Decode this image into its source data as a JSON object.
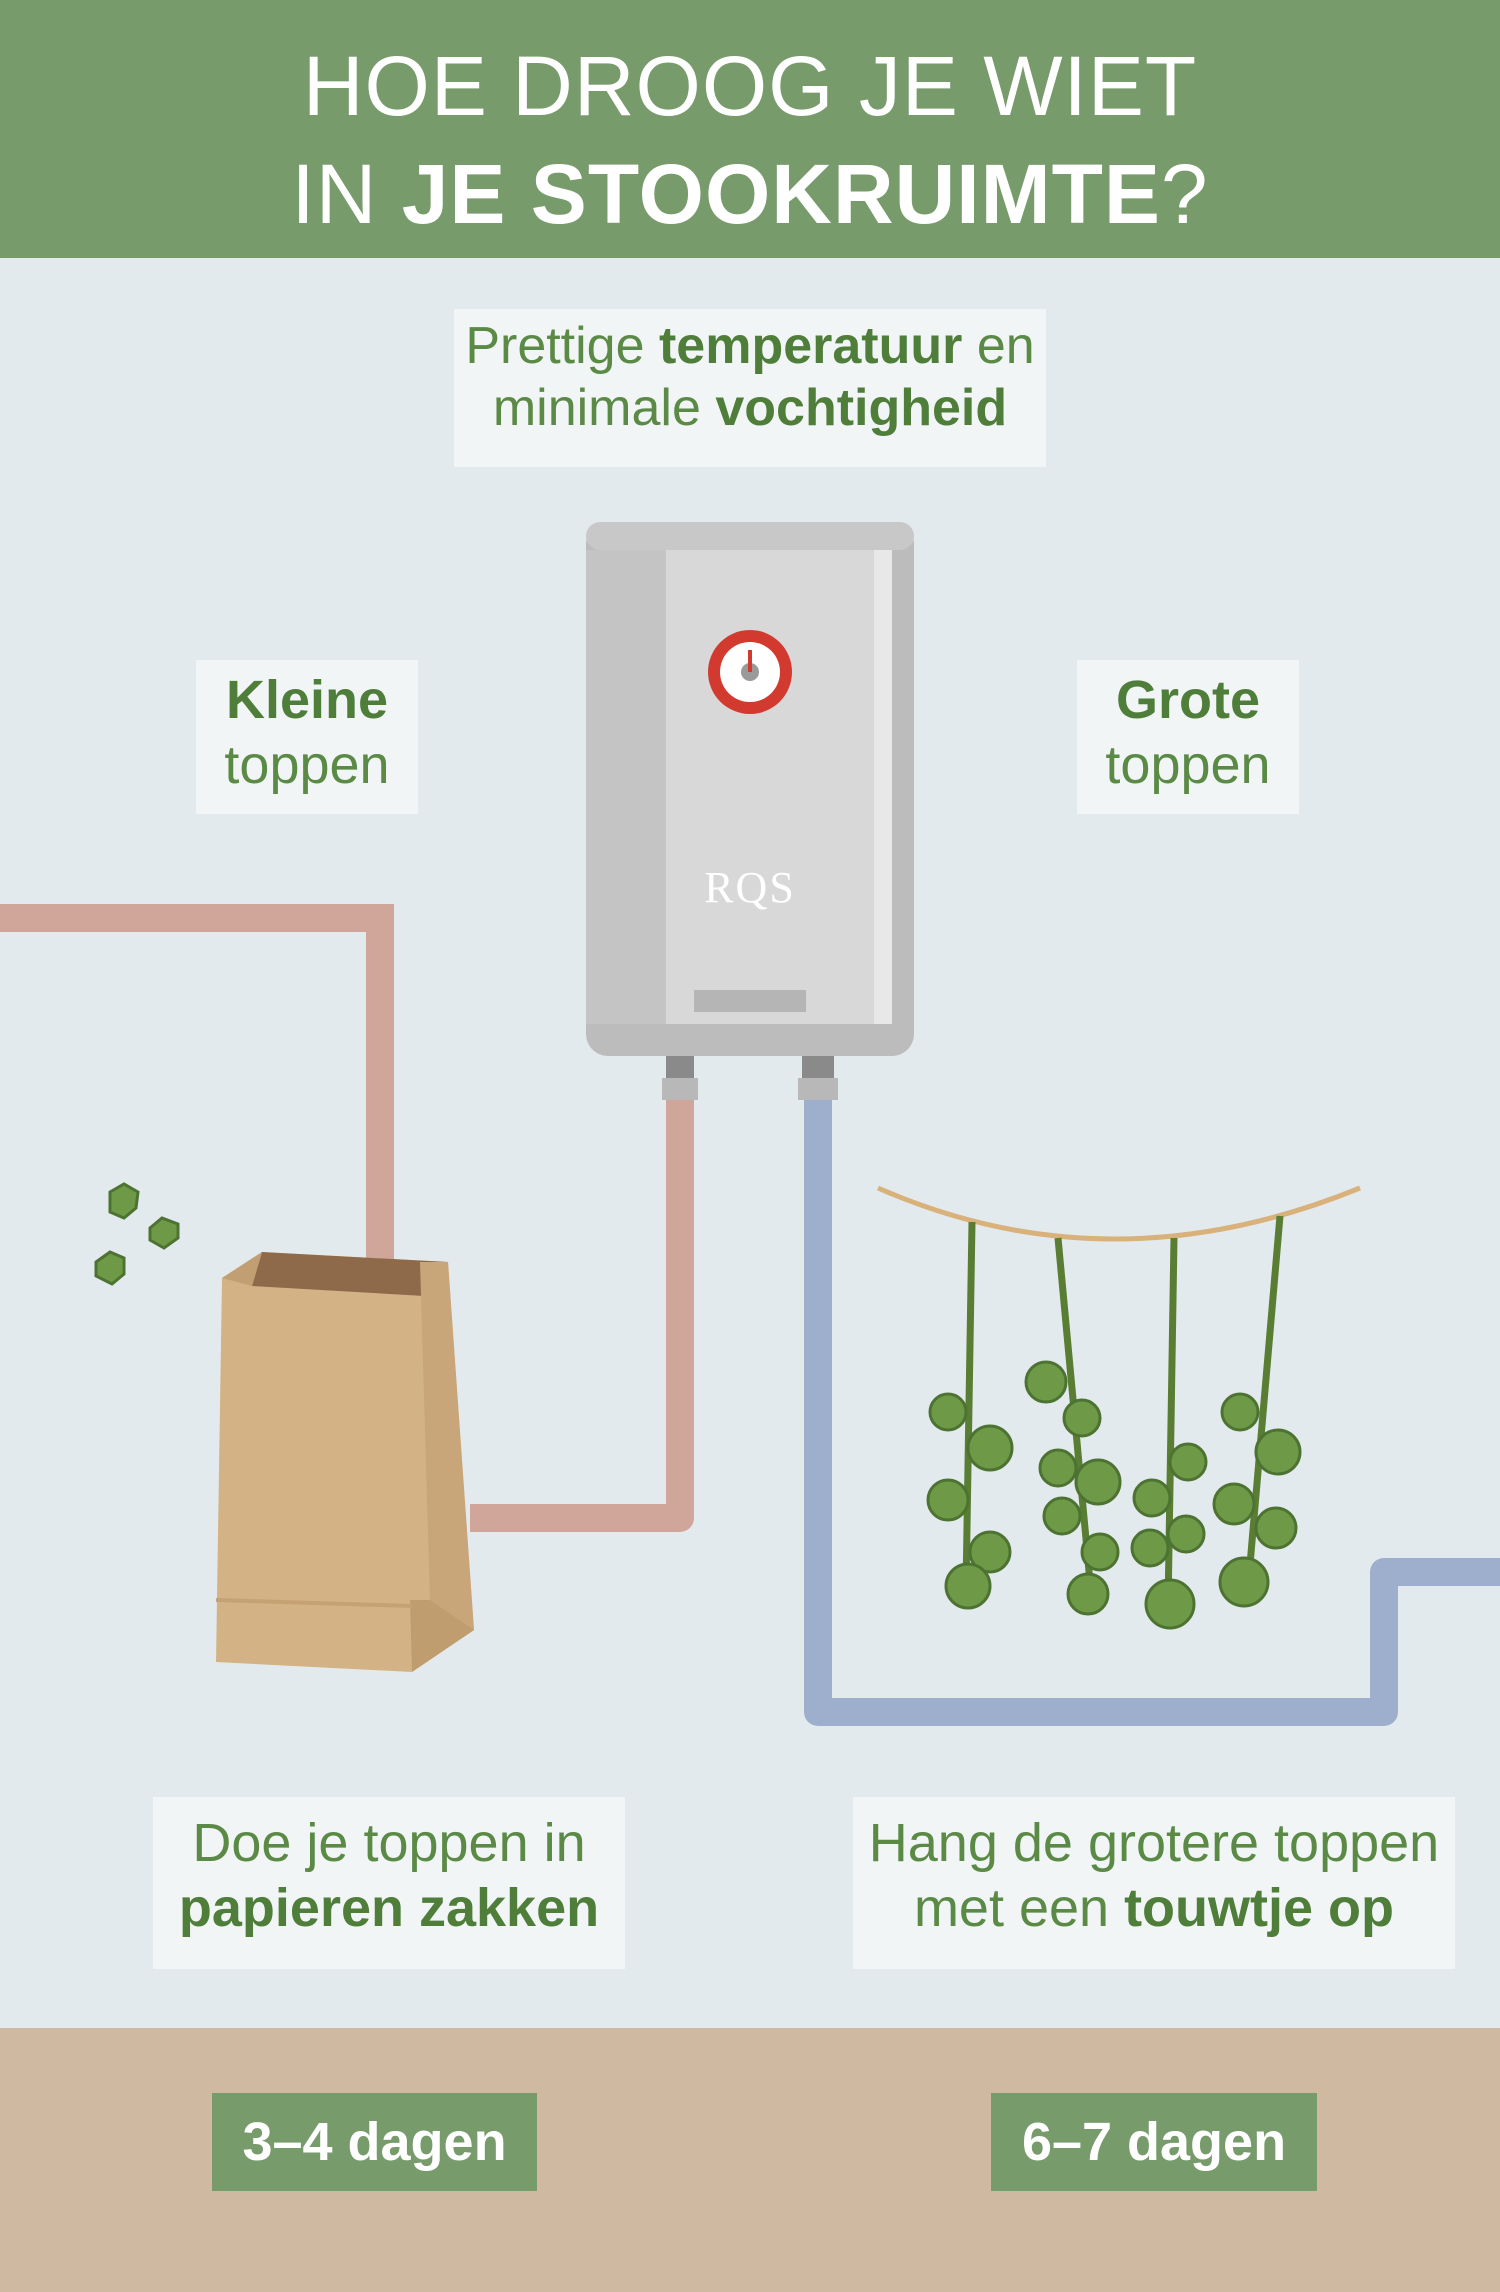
{
  "header": {
    "title_line1": "HOE DROOG JE WIET",
    "title_line2_prefix": "IN ",
    "title_line2_bold": "JE STOOKRUIMTE",
    "title_line2_suffix": "?"
  },
  "boiler_label": {
    "line1_prefix": "Prettige ",
    "line1_bold": "temperatuur",
    "line1_suffix": " en",
    "line2_prefix": "minimale ",
    "line2_bold": "vochtigheid"
  },
  "small_buds": {
    "bold": "Kleine",
    "text": "toppen"
  },
  "big_buds": {
    "bold": "Grote",
    "text": "toppen"
  },
  "logo": {
    "text": "RQS"
  },
  "bag_instruction": {
    "line1": "Doe je toppen in",
    "line2_bold": "papieren zakken"
  },
  "hang_instruction": {
    "line1": "Hang de grotere toppen",
    "line2_prefix": "met een ",
    "line2_bold": "touwtje op"
  },
  "durations": {
    "left": "3–4 dagen",
    "right": "6–7 dagen"
  },
  "colors": {
    "header": "#779b6b",
    "background": "#e3eaed",
    "footer": "#cfbaa1",
    "hot_pipe": "#d0a69b",
    "cold_pipe": "#9dafcc",
    "text_green": "#5a8a45",
    "bag": "#d3b286",
    "string": "#d8b27a",
    "boiler": "#d8d8d8"
  }
}
